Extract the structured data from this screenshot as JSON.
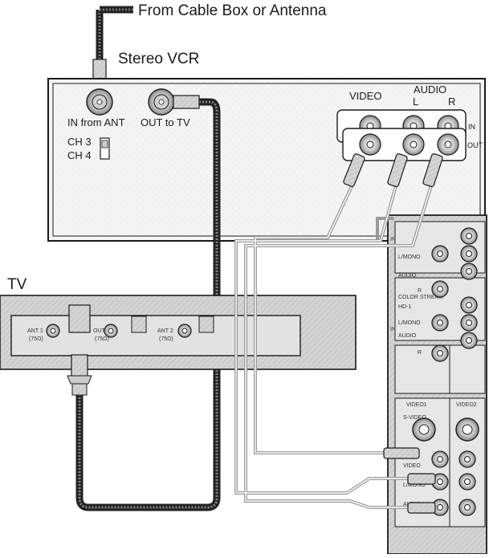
{
  "diagram": {
    "source_label": "From Cable Box or Antenna",
    "vcr": {
      "title": "Stereo VCR",
      "in_from_ant": "IN from ANT",
      "out_to_tv": "OUT to TV",
      "ch3": "CH 3",
      "ch4": "CH 4",
      "video": "VIDEO",
      "audio": "AUDIO",
      "l": "L",
      "r": "R",
      "in": "IN",
      "out": "OUT"
    },
    "tv": {
      "title": "TV",
      "ant1": "ANT 1",
      "ant2": "ANT 2",
      "out": "OUT",
      "ohm": "(75Ω)"
    },
    "tv_panel": {
      "in1": "IN",
      "in2": "IN",
      "l_mono_1": "L/MONO",
      "audio_1": "AUDIO",
      "r_1": "R",
      "color_stream": "COLOR STREAM",
      "hd1": "HD-1",
      "l_mono_2": "L/MONO",
      "audio_2": "AUDIO",
      "r_2": "R",
      "video1": "VIDEO1",
      "video2": "VIDEO2",
      "s_video": "S-VIDEO",
      "video_label": "VIDEO",
      "l_mono_3": "L/MONO",
      "audio_3": "AUDIO"
    }
  },
  "colors": {
    "line": "#1a1a1a",
    "panel_fill": "#e9e9e9",
    "tv_fill": "#d8d8d8",
    "cable_dark": "#2a2a2a",
    "cable_light": "#9a9a9a"
  }
}
